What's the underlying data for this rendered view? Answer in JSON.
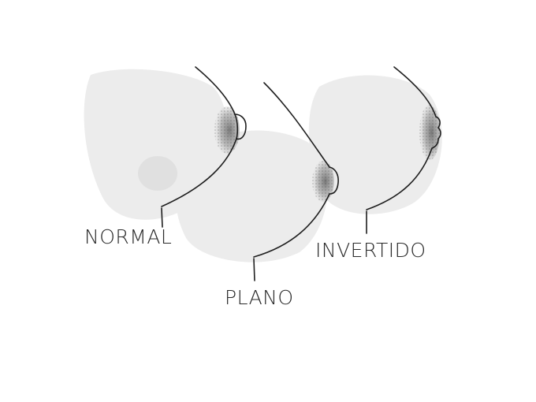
{
  "labels": {
    "normal": "NORMAL",
    "flat": "PLANO",
    "inverted": "INVERTIDO"
  },
  "colors": {
    "background": "#ffffff",
    "shading": "#ececec",
    "line": "#1e1e1e",
    "areola": "#8a8a8a"
  }
}
